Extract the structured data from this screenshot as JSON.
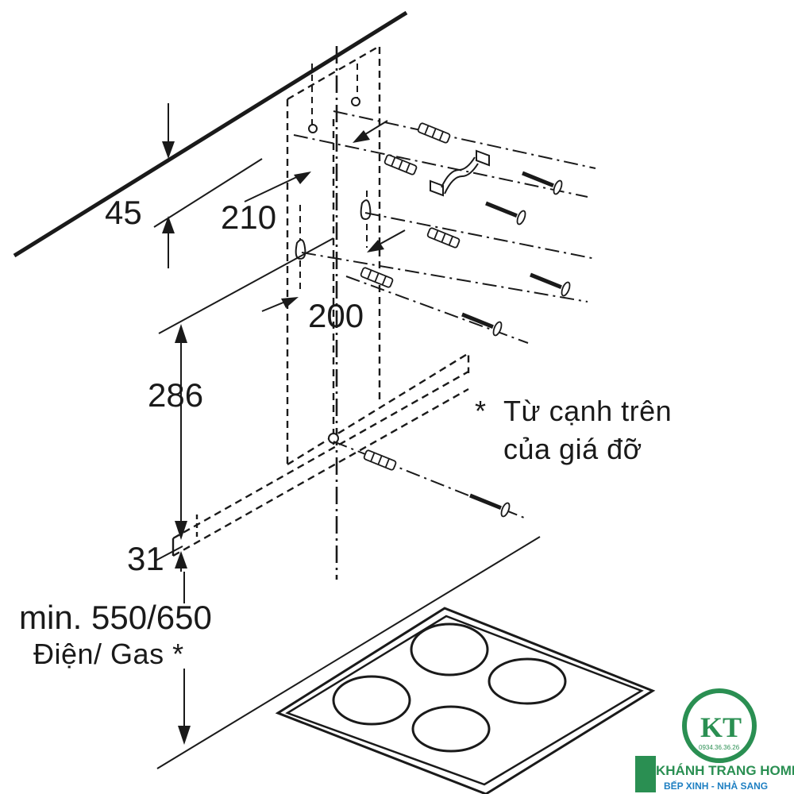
{
  "dimensions": {
    "d45": "45",
    "d210": "210",
    "d200": "200",
    "d286": "286",
    "d31": "31",
    "min_height": "min. 550/650",
    "min_height_type": "Điện/ Gas *"
  },
  "note": {
    "marker": "*",
    "line1": "Từ cạnh trên",
    "line2": "của giá đỡ"
  },
  "logo": {
    "monogram": "KT",
    "phone": "0934.36.36.26",
    "name": "KHÁNH TRANG HOME",
    "tagline": "BẾP XINH - NHÀ SANG"
  },
  "colors": {
    "line": "#1a1a1a",
    "brand_green": "#2a8f52",
    "brand_blue": "#1e7fc2"
  }
}
